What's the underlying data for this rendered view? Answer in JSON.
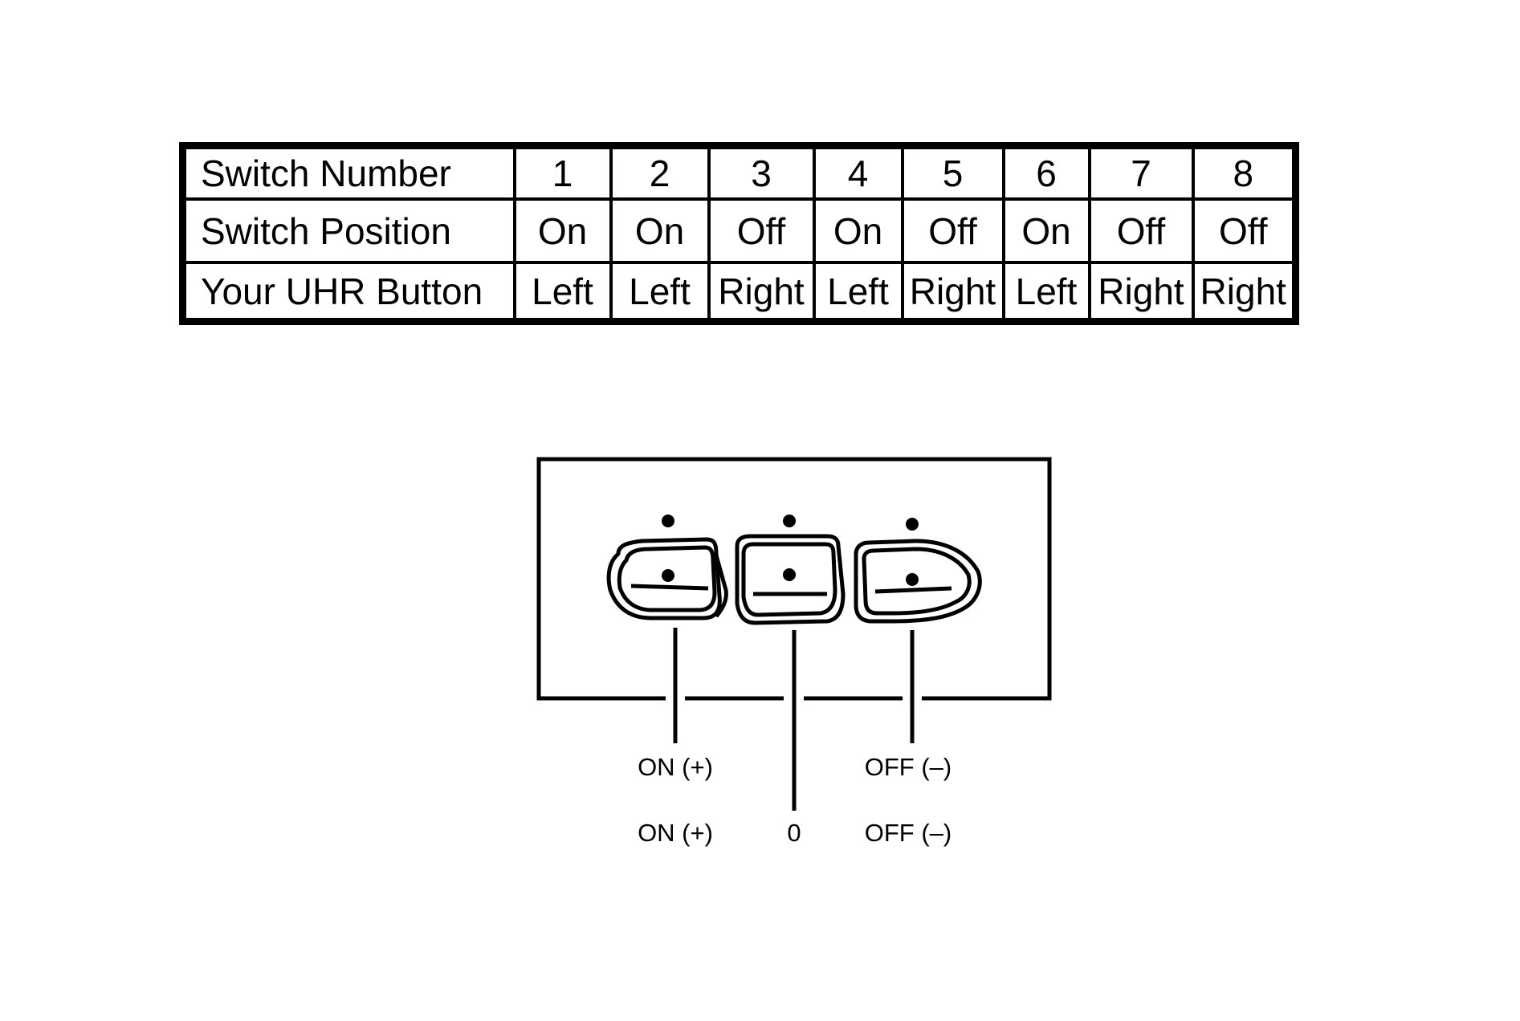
{
  "table": {
    "rows": [
      {
        "header": "Switch Number",
        "cells": [
          "1",
          "2",
          "3",
          "4",
          "5",
          "6",
          "7",
          "8"
        ]
      },
      {
        "header": "Switch Position",
        "cells": [
          "On",
          "On",
          "Off",
          "On",
          "Off",
          "On",
          "Off",
          "Off"
        ]
      },
      {
        "header": "Your UHR Button",
        "cells": [
          "Left",
          "Left",
          "Right",
          "Left",
          "Right",
          "Left",
          "Right",
          "Right"
        ]
      }
    ]
  },
  "diagram": {
    "labels": {
      "left_upper": "ON (+)",
      "left_lower": "ON (+)",
      "center_lower": "0",
      "right_upper": "OFF (–)",
      "right_lower": "OFF (–)"
    }
  }
}
